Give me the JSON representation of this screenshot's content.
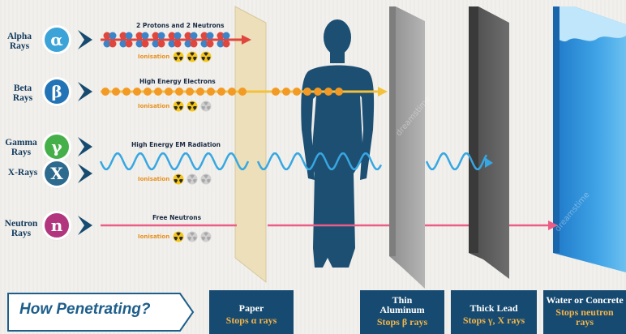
{
  "rays": [
    {
      "name": "Alpha\nRays",
      "symbol": "α",
      "color": "#3ba3d8",
      "caption": "2 Protons and 2 Neutrons",
      "active_hazard": 3
    },
    {
      "name": "Beta\nRays",
      "symbol": "β",
      "color": "#2374b6",
      "caption": "High Energy Electrons",
      "active_hazard": 2
    },
    {
      "name": "Gamma\nRays",
      "symbol": "γ",
      "color": "#45b04a",
      "caption": "High Energy EM Radiation",
      "active_hazard": 1
    },
    {
      "name": "X-Rays",
      "symbol": "X",
      "color": "#2c6a8e",
      "caption": "",
      "active_hazard": 1
    },
    {
      "name": "Neutron\nRays",
      "symbol": "n",
      "color": "#b1367e",
      "caption": "Free Neutrons",
      "active_hazard": 1
    }
  ],
  "ionisation_label": "Ionisation",
  "how_label": "How Penetrating?",
  "barriers": [
    {
      "title": "Paper",
      "subtitle": "Stops α rays"
    },
    {
      "title": "Thin\nAluminum",
      "subtitle": "Stops β rays"
    },
    {
      "title": "Thick Lead",
      "subtitle": "Stops γ, X rays"
    },
    {
      "title": "Water or Concrete",
      "subtitle": "Stops neutron\nrays"
    }
  ],
  "colors": {
    "navy": "#174a70",
    "proton": "#e0463d",
    "neutron": "#3d83c8",
    "electron": "#f39a24",
    "wave": "#36a7e2",
    "neutron_line": "#ec5d86",
    "paper": "#ecdfb9",
    "aluminum": "#9c9c9c",
    "lead": "#5a5a5a",
    "water": "#2e8fd6"
  }
}
